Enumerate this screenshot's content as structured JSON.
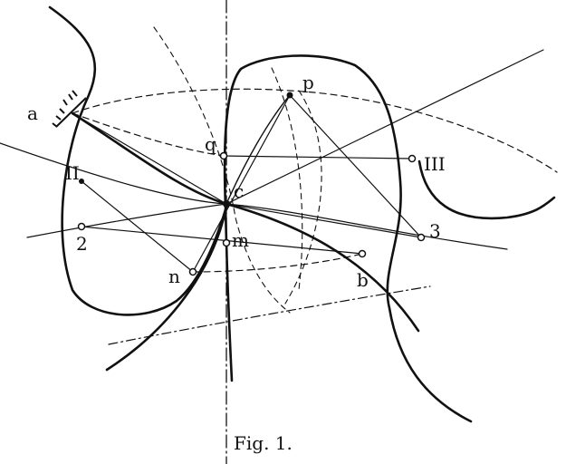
{
  "figure": {
    "caption": "Fig. 1.",
    "labels": {
      "a": "a",
      "p": "p",
      "q": "q",
      "III": "III",
      "II": "II",
      "c": "c",
      "two": "2",
      "m": "m",
      "three": "3",
      "n": "n",
      "b": "b"
    },
    "ink_color": "#111111"
  }
}
